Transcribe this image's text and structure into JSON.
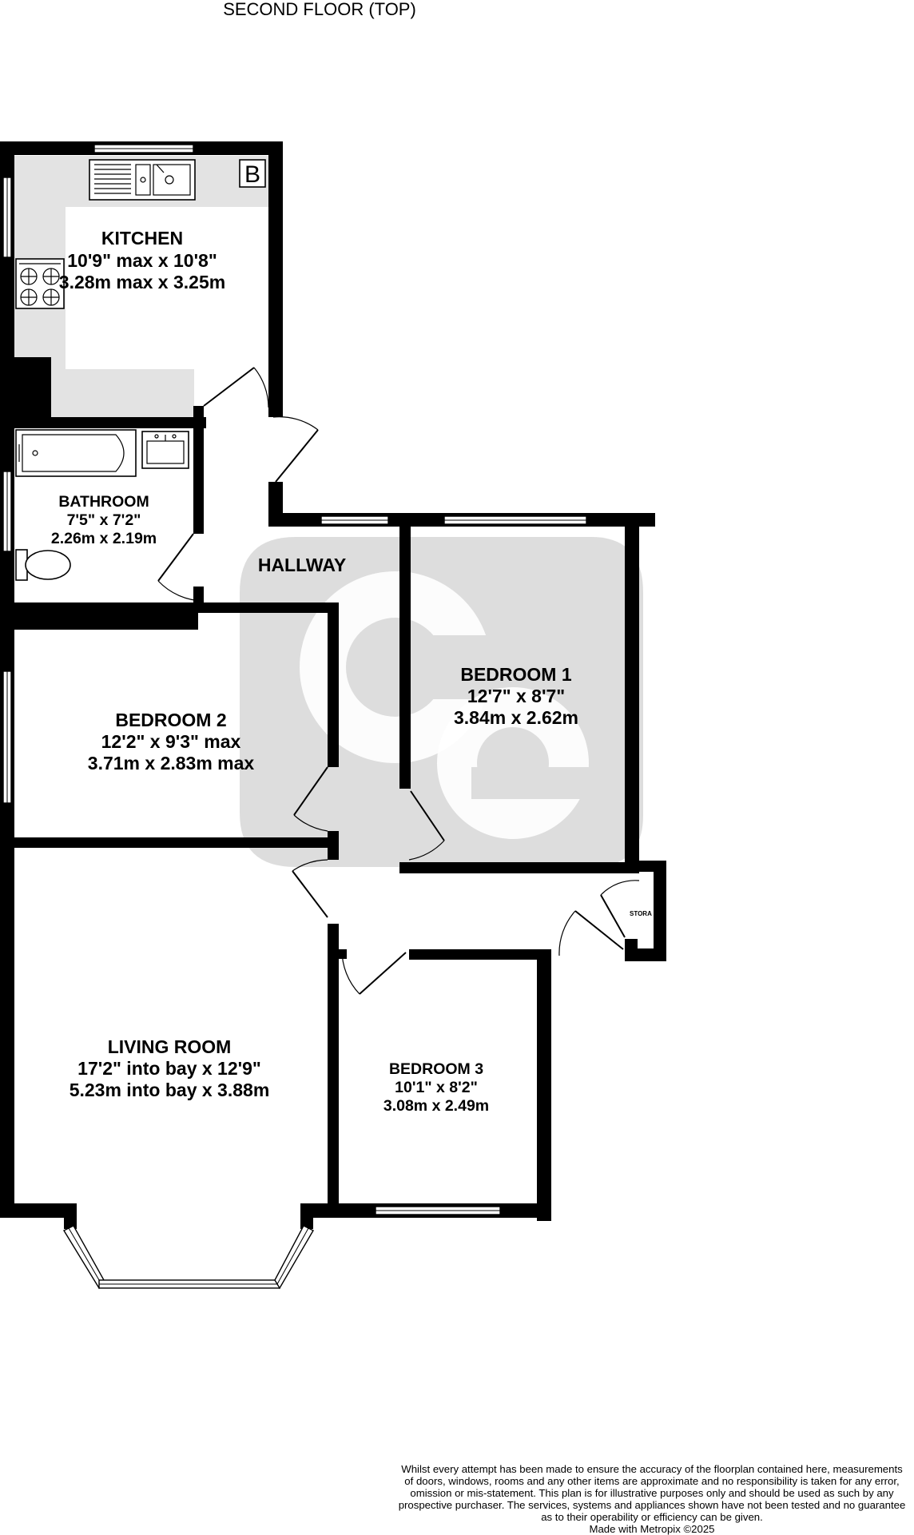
{
  "floor_title": "SECOND FLOOR (TOP)",
  "boiler_label": "B",
  "rooms": [
    {
      "name": "KITCHEN",
      "imperial": "10'9\" max x 10'8\"",
      "metric": "3.28m max x 3.25m"
    },
    {
      "name": "BATHROOM",
      "imperial": "7'5\"  x 7'2\"",
      "metric": "2.26m  x 2.19m"
    },
    {
      "name": "HALLWAY"
    },
    {
      "name": "BEDROOM 1",
      "imperial": "12'7\"  x 8'7\"",
      "metric": "3.84m  x 2.62m"
    },
    {
      "name": "BEDROOM 2",
      "imperial": "12'2\"  x 9'3\" max",
      "metric": "3.71m  x 2.83m max"
    },
    {
      "name": "LIVING ROOM",
      "imperial": "17'2\" into bay x 12'9\"",
      "metric": "5.23m into bay x 3.88m"
    },
    {
      "name": "BEDROOM 3",
      "imperial": "10'1\"  x 8'2\"",
      "metric": "3.08m  x 2.49m"
    },
    {
      "name": "STORAGE"
    }
  ],
  "disclaimer": [
    "Whilst every attempt has been made to ensure the accuracy of the floorplan contained here, measurements",
    "of doors, windows, rooms and any other items are approximate and no responsibility is taken for any error,",
    "omission or mis-statement. This plan is for illustrative purposes only and should be used as such by any",
    "prospective purchaser. The services, systems and appliances shown have not been tested and no guarantee",
    "as to their operability or efficiency can be given.",
    "Made with Metropix ©2025"
  ],
  "colors": {
    "wall": "#000000",
    "worktop": "#e3e3e3",
    "watermark": "#d2d2d2"
  }
}
